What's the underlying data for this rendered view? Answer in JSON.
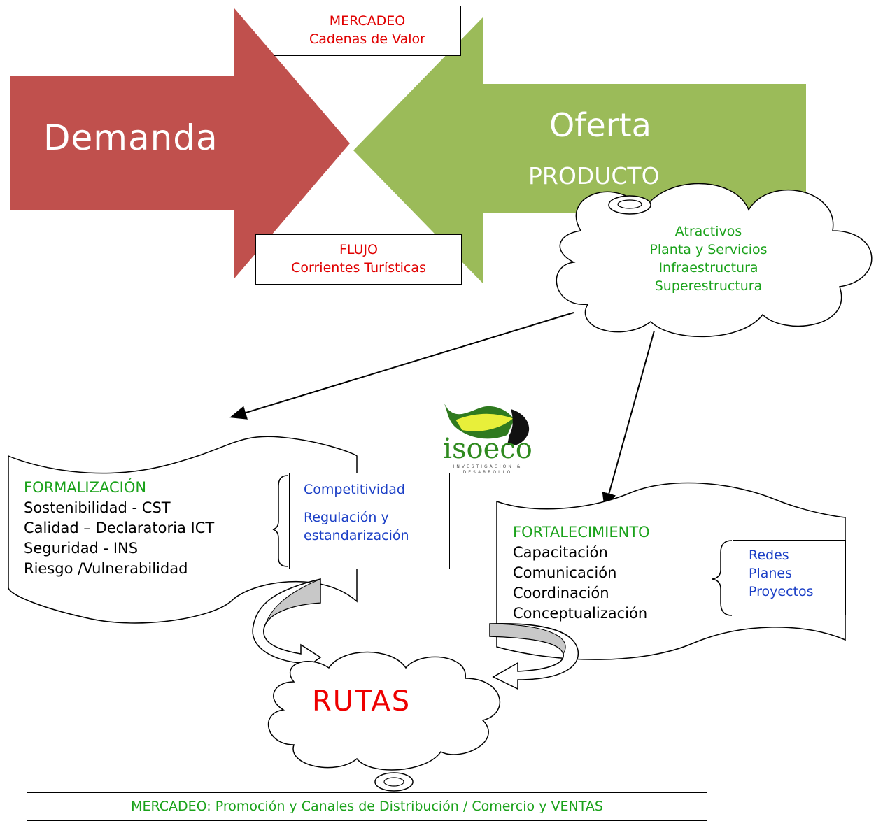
{
  "top_box": {
    "line1": "MERCADEO",
    "line2": "Cadenas de Valor"
  },
  "flow_box": {
    "line1": "FLUJO",
    "line2": "Corrientes Turísticas"
  },
  "demand": {
    "label": "Demanda"
  },
  "supply": {
    "title": "Oferta",
    "subtitle": "PRODUCTO"
  },
  "product_cloud": {
    "items": [
      "Atractivos",
      "Planta y Servicios",
      "Infraestructura",
      "Superestructura"
    ]
  },
  "formalization": {
    "heading": "FORMALIZACIÓN",
    "items": [
      "Sostenibilidad - CST",
      "Calidad – Declaratoria ICT",
      "Seguridad - INS",
      "Riesgo /Vulnerabilidad"
    ]
  },
  "competitiveness_box": {
    "line1": "Competitividad",
    "line2": "Regulación y",
    "line3": "estandarización"
  },
  "logo": {
    "name": "isoeco",
    "tagline1": "INVESTIGACION &",
    "tagline2": "DESARROLLO"
  },
  "strengthening": {
    "heading": "FORTALECIMIENTO",
    "items": [
      "Capacitación",
      "Comunicación",
      "Coordinación",
      "Conceptualización"
    ]
  },
  "networks_box": {
    "items": [
      "Redes",
      "Planes",
      "Proyectos"
    ]
  },
  "routes": {
    "label": "RUTAS"
  },
  "bottom_box": {
    "label": "MERCADEO: Promoción y  Canales de Distribución / Comercio y VENTAS"
  },
  "colors": {
    "demand_arrow": "#c0504d",
    "supply_arrow": "#9bbb59",
    "green_text": "#1aa21a",
    "blue_text": "#1b3fc6",
    "red_text": "#ee0000"
  }
}
